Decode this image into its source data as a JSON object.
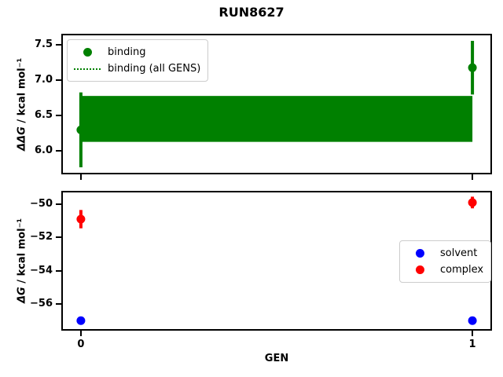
{
  "figure": {
    "title": "RUN8627"
  },
  "chart_data": [
    {
      "type": "errorbar-scatter",
      "axes": "top",
      "ylabel_math": "ΔΔG",
      "ylabel_units": " / kcal mol⁻¹",
      "xlim": [
        -0.05,
        1.05
      ],
      "ylim": [
        5.67,
        7.66
      ],
      "ytick_values": [
        7.5,
        7.0,
        6.5,
        6.0
      ],
      "ytick_labels": [
        "7.5",
        "7.0",
        "6.5",
        "6.0"
      ],
      "xtick_values": [
        0,
        1
      ],
      "xtick_labels": [],
      "legend_position": "upper-left",
      "grid": false,
      "series": [
        {
          "name": "binding",
          "marker": "circle",
          "color": "#008000",
          "x": [
            0,
            1
          ],
          "y": [
            6.3,
            7.18
          ],
          "yerr": [
            0.53,
            0.38
          ]
        },
        {
          "name": "binding (all GENS)",
          "marker": "dotted-line",
          "draw": "band",
          "color": "#008000",
          "x": [
            0,
            1
          ],
          "lo": 6.13,
          "hi": 6.78
        }
      ]
    },
    {
      "type": "errorbar-scatter",
      "axes": "bottom",
      "xlabel": "GEN",
      "ylabel_math": "ΔG",
      "ylabel_units": " / kcal mol⁻¹",
      "xlim": [
        -0.05,
        1.05
      ],
      "ylim": [
        -57.6,
        -49.2
      ],
      "ytick_values": [
        -50,
        -52,
        -54,
        -56
      ],
      "ytick_labels": [
        "−50",
        "−52",
        "−54",
        "−56"
      ],
      "xtick_values": [
        0,
        1
      ],
      "xtick_labels": [
        "0",
        "1"
      ],
      "legend_position": "center-right",
      "grid": false,
      "series": [
        {
          "name": "solvent",
          "marker": "circle",
          "color": "#0000ff",
          "x": [
            0,
            1
          ],
          "y": [
            -57.0,
            -57.0
          ],
          "yerr": [
            0.05,
            0.05
          ]
        },
        {
          "name": "complex",
          "marker": "circle",
          "color": "#ff0000",
          "x": [
            0,
            1
          ],
          "y": [
            -50.9,
            -49.9
          ],
          "yerr": [
            0.55,
            0.35
          ]
        }
      ]
    }
  ]
}
